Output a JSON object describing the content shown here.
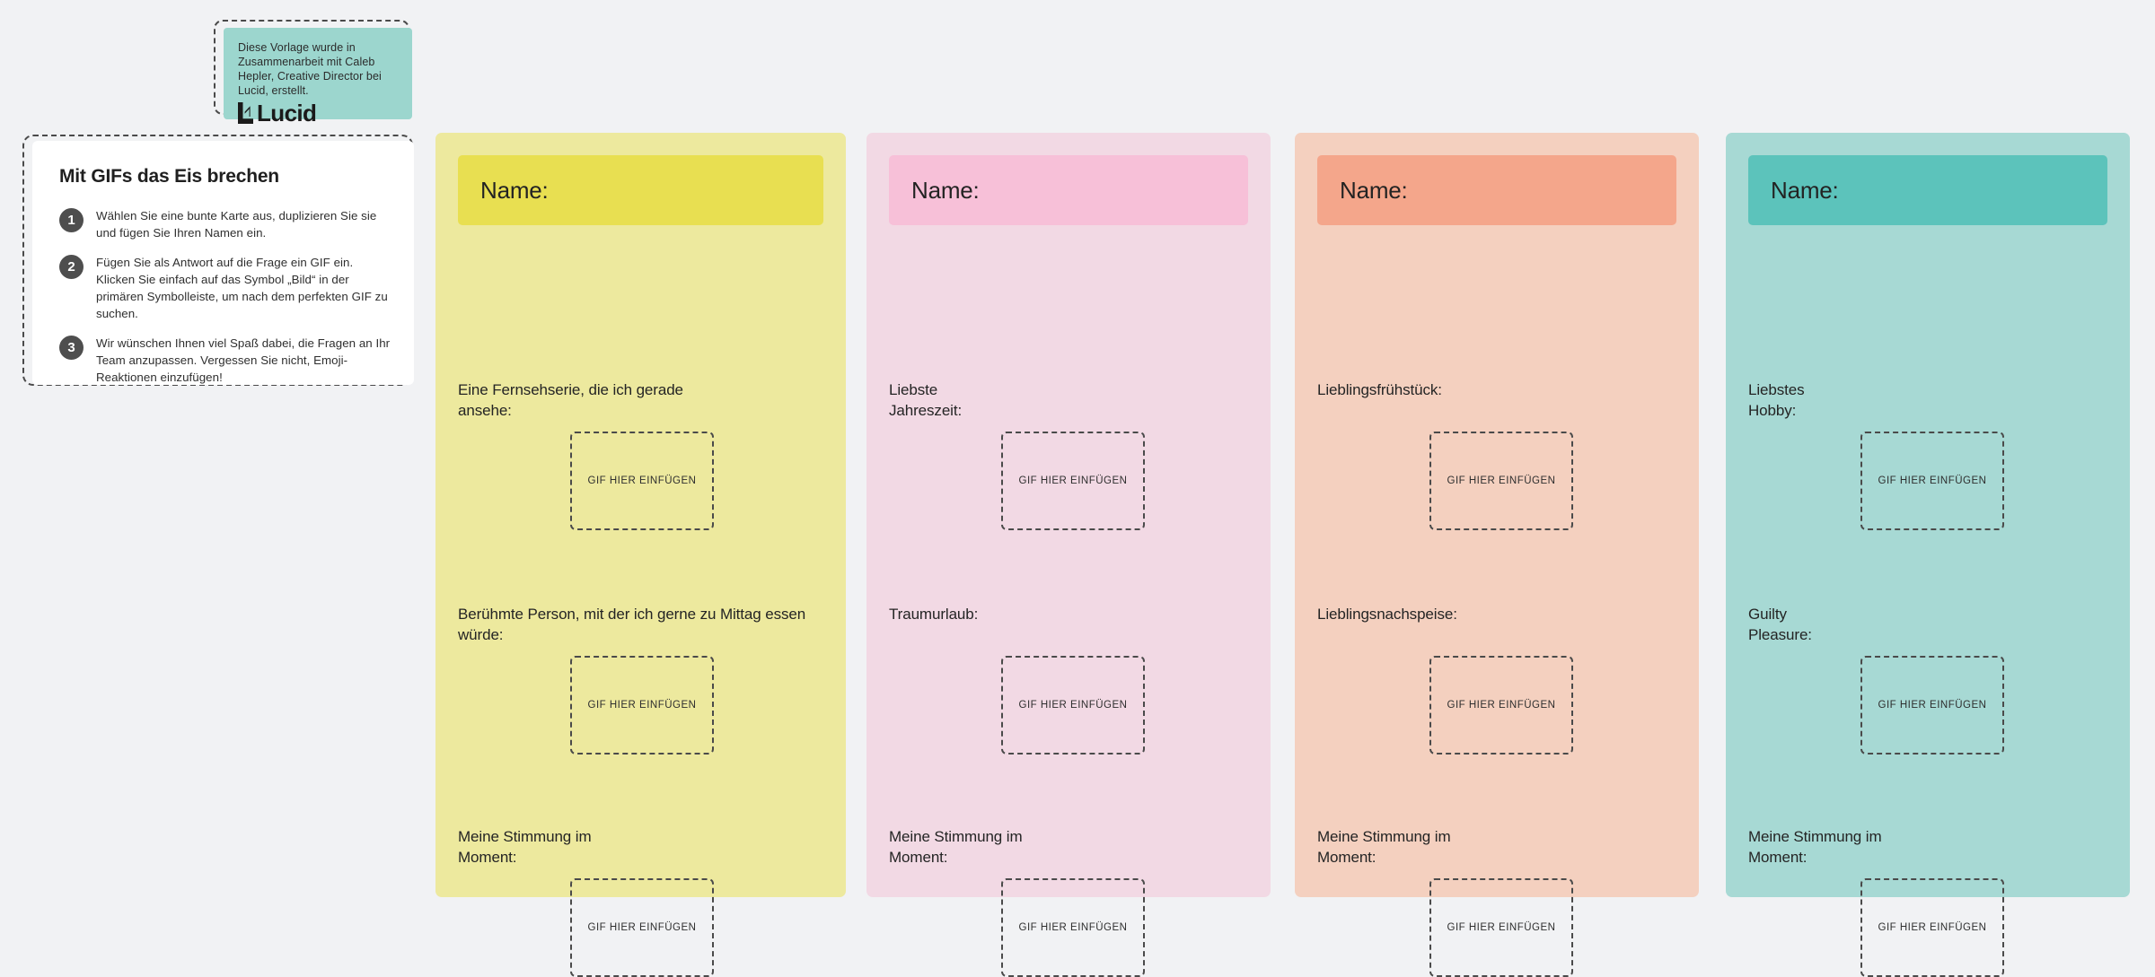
{
  "attribution": {
    "credit_text": "Diese Vorlage wurde in Zusammenarbeit mit Caleb Hepler, Creative Director bei Lucid, erstellt.",
    "logo_wordmark": "Lucid"
  },
  "instructions": {
    "title": "Mit GIFs das Eis brechen",
    "steps": [
      {
        "num": "1",
        "text": "Wählen Sie eine bunte Karte aus, duplizieren Sie sie und fügen Sie Ihren Namen ein."
      },
      {
        "num": "2",
        "text": "Fügen Sie als Antwort auf die Frage ein GIF ein. Klicken Sie einfach auf das Symbol „Bild“ in der primären Symbolleiste, um nach dem perfekten GIF zu suchen."
      },
      {
        "num": "3",
        "text": "Wir wünschen Ihnen viel Spaß dabei, die Fragen an Ihr Team anzupassen. Vergessen Sie nicht, Emoji-Reaktionen einzufügen!"
      }
    ]
  },
  "common": {
    "name_label": "Name:",
    "gif_drop_label": "GIF HIER EINFÜGEN",
    "mood_question": "Meine Stimmung im\nMoment:"
  },
  "colors": {
    "page_background": "#F1F2F4",
    "yellow_body": "#EDE99E",
    "yellow_header": "#E8DF51",
    "pink_body": "#F2D9E4",
    "pink_header": "#F7C0D8",
    "orange_body": "#F4D0BF",
    "orange_header": "#F4A68B",
    "teal_body": "#A7D9D4",
    "teal_header": "#5CC3BB",
    "lucid_teal": "#9CD6CE",
    "dashed_border": "#4A4A4A",
    "text_dark": "#232323"
  },
  "cards": [
    {
      "id": "yellow",
      "body_color": "#EDE99E",
      "header_color": "#E8DF51",
      "name_label": "Name:",
      "questions": [
        "Eine Fernsehserie, die ich gerade\nansehe:",
        "Berühmte Person, mit der ich gerne zu Mittag essen\nwürde:",
        "Meine Stimmung im\nMoment:"
      ]
    },
    {
      "id": "pink",
      "body_color": "#F2D9E4",
      "header_color": "#F7C0D8",
      "name_label": "Name:",
      "questions": [
        "Liebste\nJahreszeit:",
        "Traumurlaub:",
        "Meine Stimmung im\nMoment:"
      ]
    },
    {
      "id": "orange",
      "body_color": "#F4D0BF",
      "header_color": "#F4A68B",
      "name_label": "Name:",
      "questions": [
        "Lieblingsfrühstück:",
        "Lieblingsnachspeise:",
        "Meine Stimmung im\nMoment:"
      ]
    },
    {
      "id": "teal",
      "body_color": "#A7D9D4",
      "header_color": "#5CC3BB",
      "name_label": "Name:",
      "questions": [
        "Liebstes\nHobby:",
        "Guilty\nPleasure:",
        "Meine Stimmung im\nMoment:"
      ]
    }
  ]
}
